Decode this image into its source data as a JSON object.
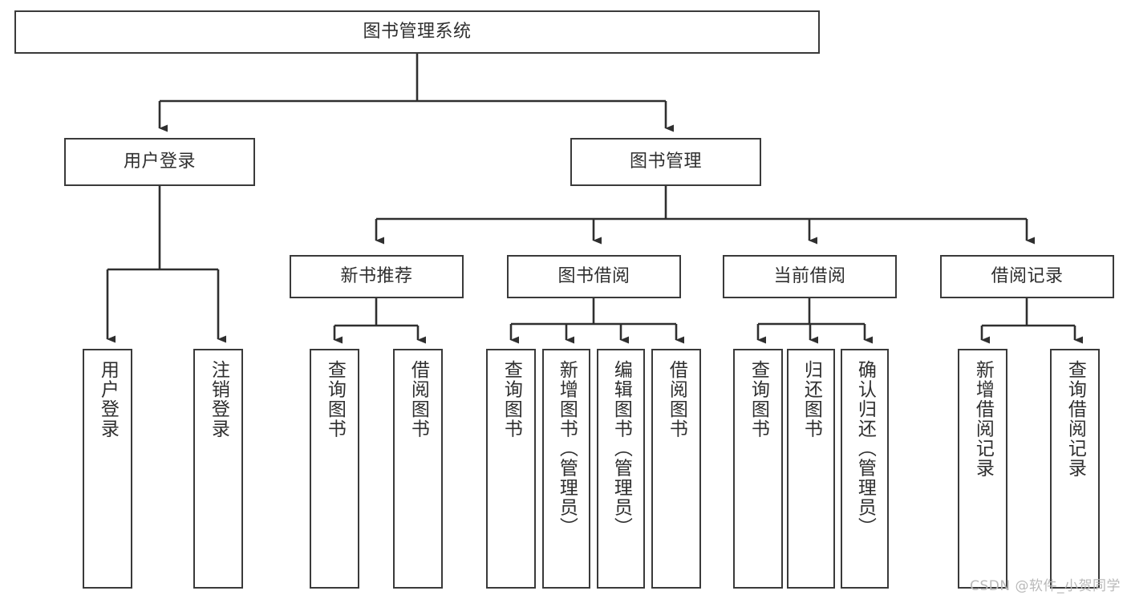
{
  "diagram": {
    "title": "图书管理系统",
    "type": "tree-hierarchy-chart",
    "orientation": "top-down",
    "box_fill": "#ffffff",
    "box_stroke": "#3a3a3a",
    "text_color": "#2f2f2f",
    "root": {
      "label": "图书管理系统"
    },
    "level2": [
      {
        "label": "用户登录"
      },
      {
        "label": "图书管理"
      }
    ],
    "level3": [
      {
        "label": "新书推荐"
      },
      {
        "label": "图书借阅"
      },
      {
        "label": "当前借阅"
      },
      {
        "label": "借阅记录"
      }
    ],
    "leaves": {
      "user_login": [
        {
          "label": "用户登录"
        },
        {
          "label": "注销登录"
        }
      ],
      "new_book_recommend": [
        {
          "label": "查询图书"
        },
        {
          "label": "借阅图书"
        }
      ],
      "book_borrow": [
        {
          "label": "查询图书"
        },
        {
          "label": "新增图书（管理员）"
        },
        {
          "label": "编辑图书（管理员）"
        },
        {
          "label": "借阅图书"
        }
      ],
      "current_borrow": [
        {
          "label": "查询图书"
        },
        {
          "label": "归还图书"
        },
        {
          "label": "确认归还（管理员）"
        }
      ],
      "borrow_record": [
        {
          "label": "新增借阅记录"
        },
        {
          "label": "查询借阅记录"
        }
      ]
    }
  },
  "watermark": {
    "text": "CSDN @软件_小贺同学"
  }
}
